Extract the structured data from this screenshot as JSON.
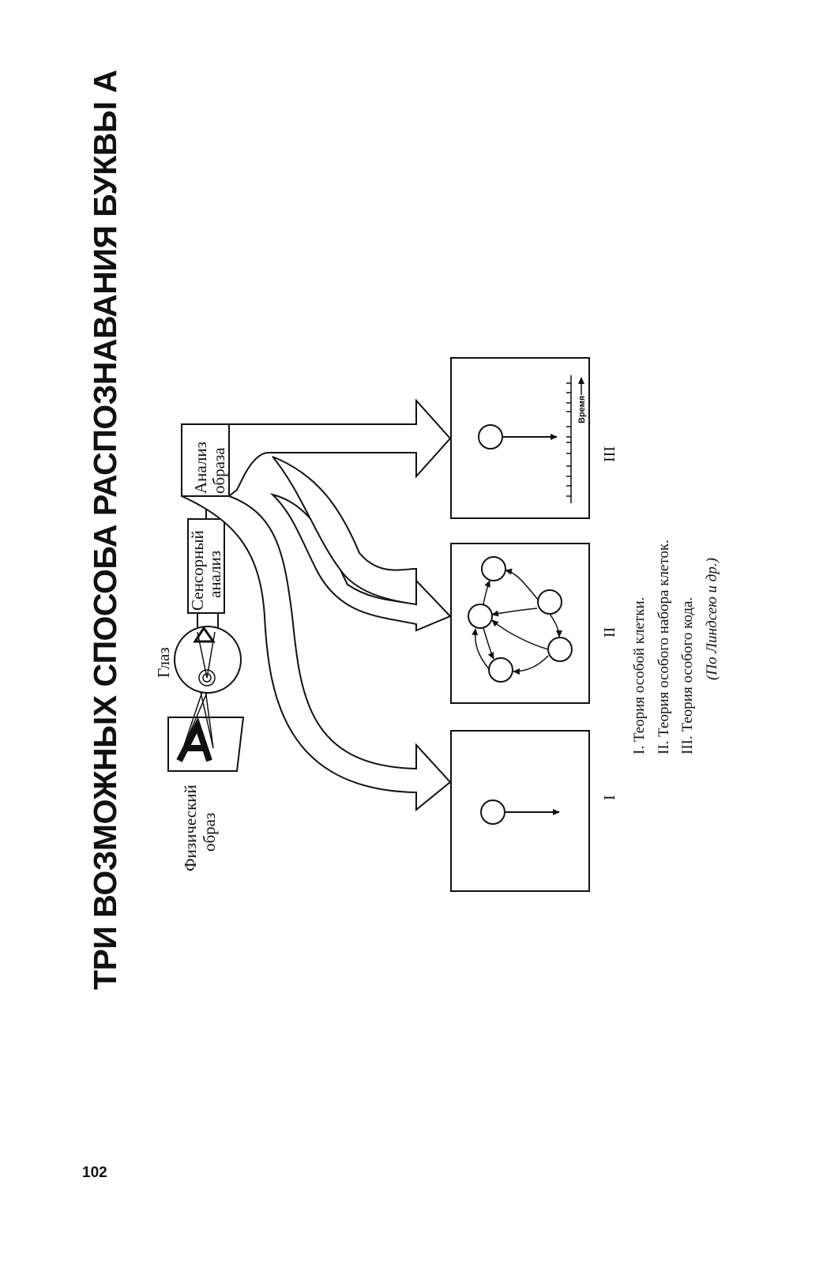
{
  "title": "ТРИ ВОЗМОЖНЫХ СПОСОБА РАСПОЗНАВАНИЯ БУКВЫ А",
  "page_number": "102",
  "diagram": {
    "letter": "A",
    "physical_image": [
      "Физический",
      "образ"
    ],
    "eye": "Глаз",
    "sensory_analysis": [
      "Сенсорный",
      "анализ"
    ],
    "image_analysis": [
      "Анализ",
      "образа"
    ],
    "time_label": "Время",
    "panels": [
      {
        "numeral": "I"
      },
      {
        "numeral": "II"
      },
      {
        "numeral": "III"
      }
    ]
  },
  "legend": {
    "items": [
      "I.  Теория особой клетки.",
      "II.  Теория особого набора клеток.",
      "III.  Теория особого кода."
    ],
    "credit": "(По Линдсею и др.)"
  }
}
